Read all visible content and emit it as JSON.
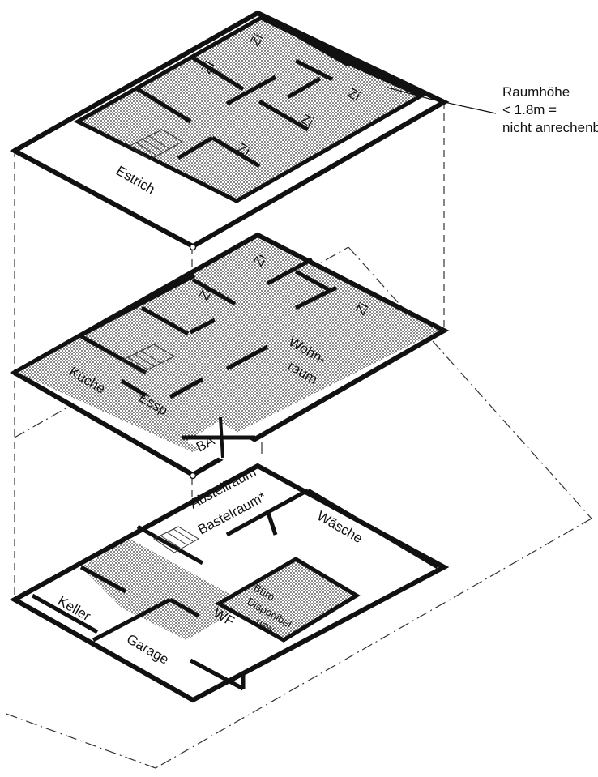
{
  "top_floor": {
    "rooms": [
      "Zi",
      "Zi",
      "Zi",
      "Zi",
      "Zi"
    ],
    "attic": "Estrich"
  },
  "middle_floor": {
    "rooms": [
      "Zi",
      "Zi",
      "Zi"
    ],
    "living": [
      "Wohn-",
      "raum"
    ],
    "kitchen": "Küche",
    "dining": "Essp.",
    "bath": "BA"
  },
  "ground_floor": {
    "storage": "Abstellraum",
    "hobby": "Bastelraum*",
    "laundry": "Wäsche",
    "office": [
      "Büro",
      "Disponibel",
      "usw."
    ],
    "cellar": "Keller",
    "garage": "Garage",
    "entrance": "WF"
  },
  "side_note": [
    "Raumhöhe",
    "< 1.8m =",
    "nicht anrechenbar"
  ]
}
